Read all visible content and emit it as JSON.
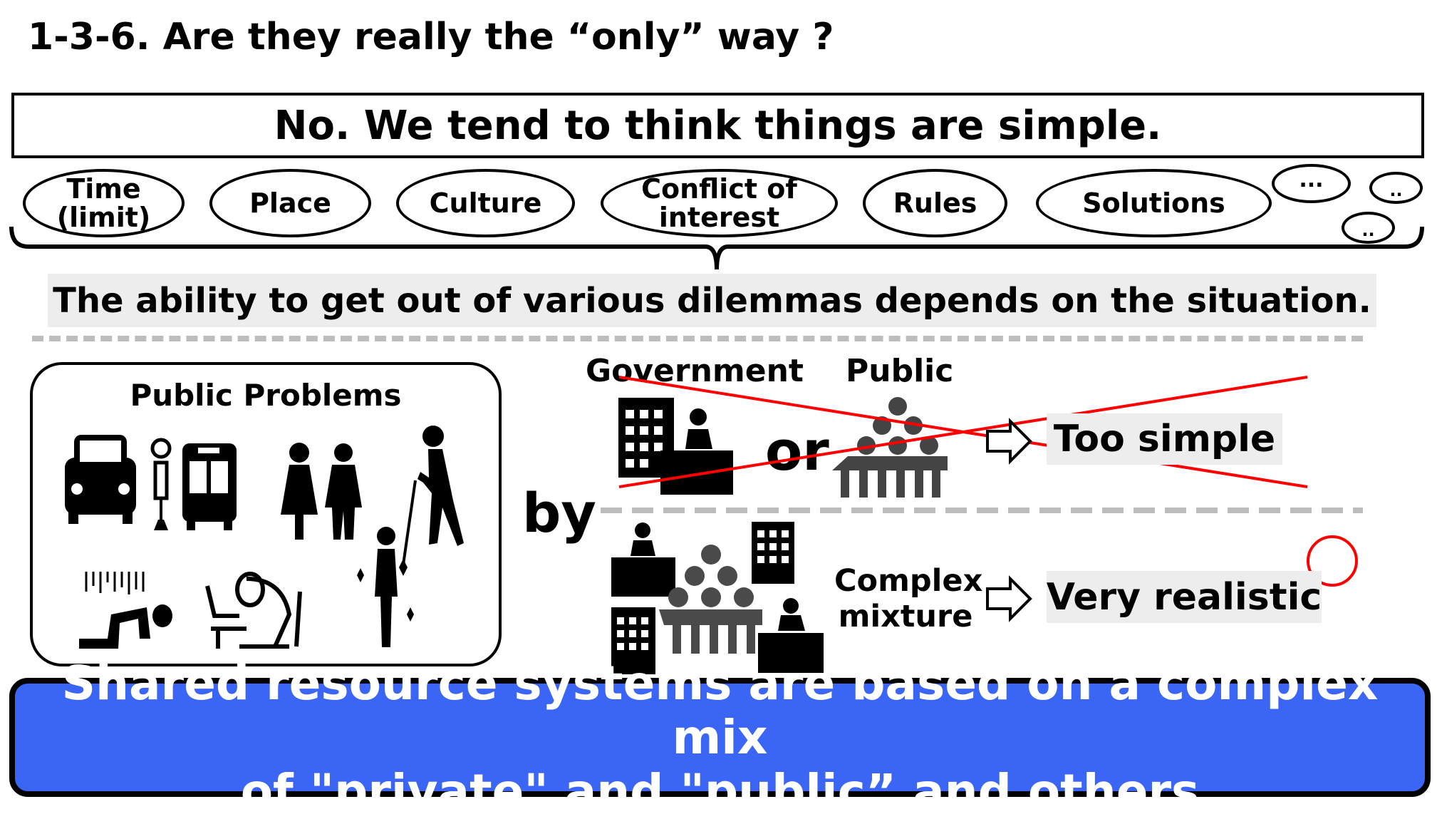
{
  "title": "1-3-6. Are they really the “only” way ?",
  "headline": "No. We tend to think things are simple.",
  "factors": [
    {
      "label": "Time (limit)"
    },
    {
      "label": "Place"
    },
    {
      "label": "Culture"
    },
    {
      "label": "Conflict of interest"
    },
    {
      "label": "Rules"
    },
    {
      "label": "Solutions"
    },
    {
      "label": "..."
    },
    {
      "label": ".."
    },
    {
      "label": ".."
    }
  ],
  "ability_text": "The ability to get out of various dilemmas depends on the situation.",
  "public_problems": {
    "title": "Public Problems"
  },
  "by_label": "by",
  "simple": {
    "government": "Government",
    "public": "Public",
    "or": "or",
    "verdict": "Too simple"
  },
  "complex": {
    "line1": "Complex",
    "line2": "mixture",
    "verdict": "Very realistic"
  },
  "banner": {
    "line1": "Shared resource systems are based on a complex mix",
    "line2": "of \"private\" and \"public” and others"
  },
  "colors": {
    "banner_bg": "#3b66f5",
    "cross": "#ff0000",
    "dash": "#bdbdbd"
  }
}
